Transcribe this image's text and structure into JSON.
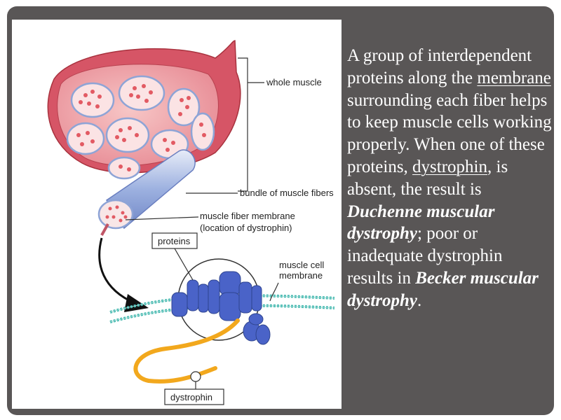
{
  "figure": {
    "labels": {
      "whole_muscle": "whole muscle",
      "bundle": "bundle of muscle fibers",
      "fiber_membrane_line1": "muscle fiber membrane",
      "fiber_membrane_line2": "(location of dystrophin)",
      "proteins": "proteins",
      "cell_membrane_line1": "muscle cell",
      "cell_membrane_line2": "membrane",
      "dystrophin": "dystrophin"
    },
    "colors": {
      "muscle_outer": "#d65566",
      "muscle_inner": "#f2a9ae",
      "fiber_cell": "#f4f6fb",
      "fiber_dot": "#e25a63",
      "fiber_border": "#7e9ad0",
      "protein_blue": "#4a63c8",
      "dystrophin_orange": "#f2a81d",
      "membrane_teal": "#3fb6ad"
    }
  },
  "text": {
    "p1": "A group of interdependent proteins along the ",
    "link_membrane": "membrane",
    "p2": " surrounding each fiber helps to keep muscle cells working properly. When one of these proteins, ",
    "link_dystrophin": "dystrophin",
    "p3": ", is absent, the result is ",
    "em_duchenne": "Duchenne muscular dystrophy",
    "p4": "; poor or inadequate dystrophin results in ",
    "em_becker": "Becker muscular dystrophy",
    "p5": "."
  }
}
